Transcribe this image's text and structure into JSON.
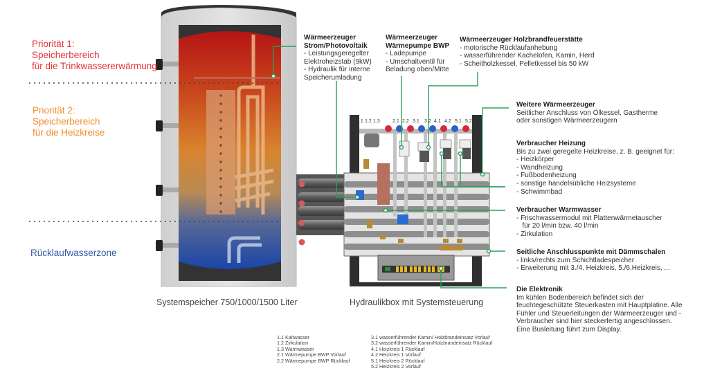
{
  "zones": {
    "priority1": {
      "title": "Priorität 1:",
      "line2": "Speicherbereich",
      "line3": "für die Trinkwassererwärmung",
      "color": "#e5323a"
    },
    "priority2": {
      "title": "Priorität 2:",
      "line2": "Speicherbereich",
      "line3": "für die Heizkreise",
      "color": "#f0902e"
    },
    "return_zone": {
      "title": "Rücklaufwasserzone",
      "color": "#2f5aa8"
    }
  },
  "captions": {
    "storage": "Systemspeicher 750/1000/1500 Liter",
    "hydraulic_box": "Hydraulikbox mit Systemsteuerung"
  },
  "callouts": {
    "pv": {
      "title1": "Wärmeerzeuger",
      "title2": "Strom/Photovoltaik",
      "lines": [
        "- Leistungsgeregelter",
        "Elektroheizstab (9kW)",
        "- Hydraulik für interne",
        "Speicherumladung"
      ]
    },
    "heatpump": {
      "title1": "Wärmeerzeuger",
      "title2": "Wärmepumpe BWP",
      "lines": [
        "- Ladepumpe",
        "- Umschaltventil für",
        "Beladung oben/Mitte"
      ]
    },
    "wood": {
      "title": "Wärmeerzeuger Holzbrandfeuerstätte",
      "lines": [
        "- motorische Rücklaufanhebung",
        "- wasserführender Kachelofen, Kamin, Herd",
        "- Scheitholzkessel, Pelletkessel bis 50 kW"
      ]
    },
    "other_generators": {
      "title": "Weitere Wärmeerzeuger",
      "lines": [
        "Seitlicher Anschluss von Ölkessel, Gastherme",
        "oder sonstigen Wärmeerzeugern"
      ]
    },
    "heating": {
      "title": "Verbraucher Heizung",
      "lines": [
        "Bis zu zwei geregelte Heizkreise,  z. B. geeignet für:",
        "- Heizkörper",
        "- Wandheizung",
        "- Fußbodenheizung",
        "- sonstige handelsübliche Heizsysteme",
        "- Schwimmbad"
      ]
    },
    "hot_water": {
      "title": "Verbraucher Warmwasser",
      "lines": [
        "- Frischwassermodul mit Plattenwärmetauscher",
        "   für 20 l/min bzw. 40 l/min",
        "- Zirkulation"
      ]
    },
    "side_connections": {
      "title": "Seitliche Anschlusspunkte mit Dämmschalen",
      "lines": [
        "- links/rechts zum Schichtladespeicher",
        "- Erweiterung mit 3./4. Heizkreis, 5./6.Heizkreis, ..."
      ]
    },
    "electronics": {
      "title": "Die Elektronik",
      "lines": [
        "Im kühlen Bodenbereich befindet sich der",
        "feuchtegeschützte Steuerkasten mit Hauptplatine. Alle",
        "Fühler und Steuerleitungen der Wärmeerzeuger und -",
        "Verbraucher sind hier steckerfertig angeschlossen.",
        "Eine Busleitung führt zum Display."
      ]
    }
  },
  "connection_labels": [
    "1.1",
    "1.2",
    "1.3",
    "2.1",
    "2.2",
    "3.1",
    "3.2",
    "4.1",
    "4.2",
    "5.1",
    "5.2"
  ],
  "legend": {
    "left": [
      "1.1 Kaltwasser",
      "1.2 Zirkulation",
      "1.3 Warmwasser",
      "2.1 Wärmepumpe BWP Vorlauf",
      "2.2 Wärmepumpe BWP Rücklauf"
    ],
    "right": [
      "3.1 wasserführender Kamin/ Holzbrandeinsatz Vorlauf",
      "3.2 wasserführender Kamin/Holzbrandeinsatz Rücklauf",
      "4.1 Heizkreis 1 Rücklauf",
      "4.2 Heizkreis 1 Vorlauf",
      "5.1 Heizkreis 2 Rücklauf",
      "5.2 Heizkreis 2 Vorlauf"
    ]
  },
  "colors": {
    "callout_line": "#2aa05a",
    "valve_red": "#d8293a",
    "valve_blue": "#2b5fc9"
  }
}
